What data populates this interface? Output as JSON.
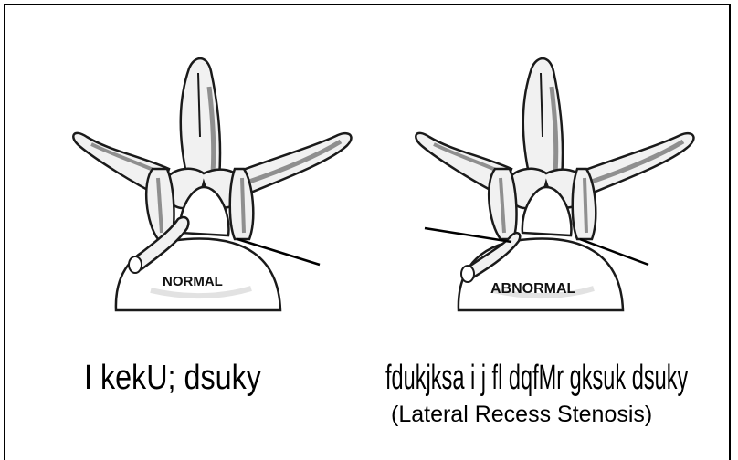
{
  "left_panel": {
    "diagram_label": "NORMAL",
    "caption": "I kekU; dsuky"
  },
  "right_panel": {
    "diagram_label": "ABNORMAL",
    "caption": "fdukjksa i j fl dqfMr gksuk dsuky",
    "subcaption": "(Lateral Recess Stenosis)"
  },
  "colors": {
    "outline": "#1a1a1a",
    "bone_fill": "#f1f1f1",
    "shade": "#8f8f8f",
    "light_shade": "#c9c9c9"
  }
}
